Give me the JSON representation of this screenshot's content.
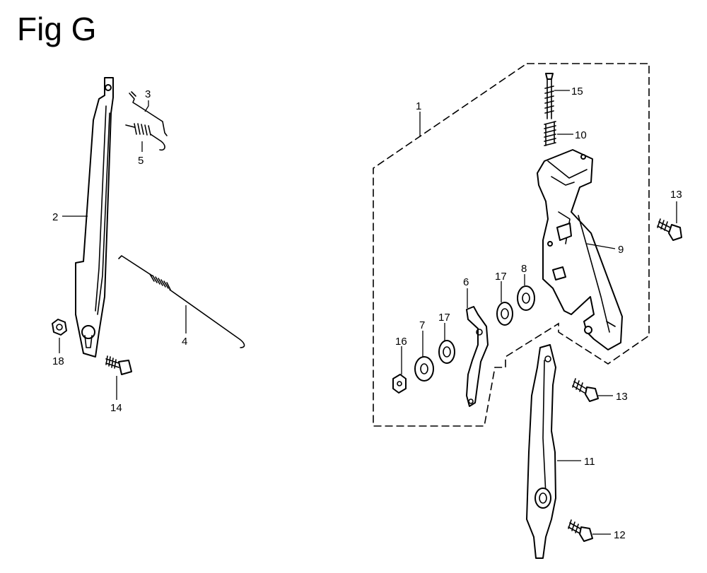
{
  "figure": {
    "title": "Fig G"
  },
  "callouts": {
    "p1": "1",
    "p2": "2",
    "p3": "3",
    "p4": "4",
    "p5": "5",
    "p6": "6",
    "p7": "7",
    "p8": "8",
    "p9": "9",
    "p10": "10",
    "p11": "11",
    "p12": "12",
    "p13a": "13",
    "p13b": "13",
    "p14": "14",
    "p15": "15",
    "p16": "16",
    "p17a": "17",
    "p17b": "17",
    "p18": "18"
  }
}
